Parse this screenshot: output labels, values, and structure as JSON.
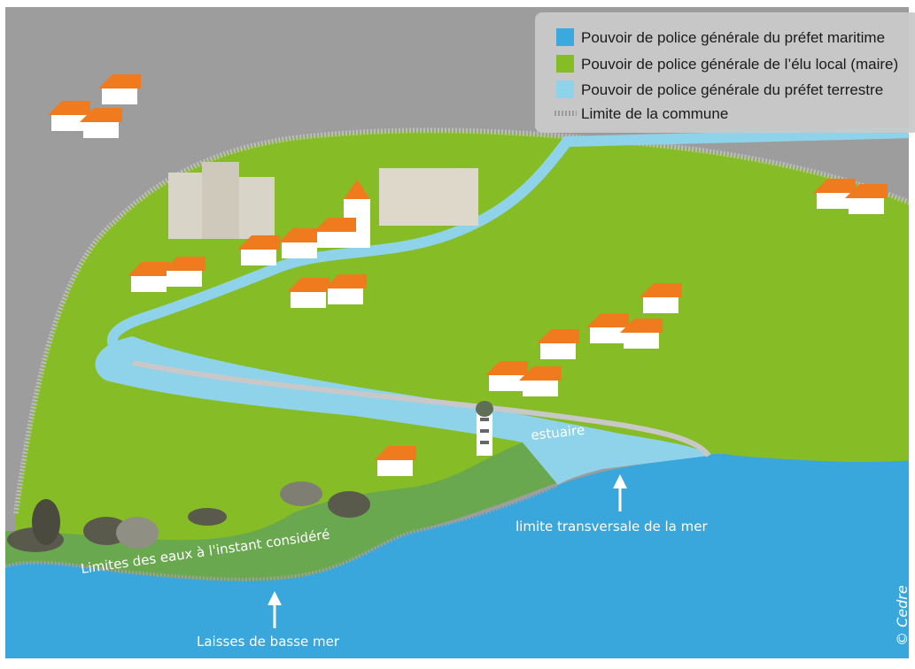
{
  "legend": {
    "items": [
      {
        "label": "Pouvoir de police générale du préfet maritime",
        "swatch": "#3aa9dd"
      },
      {
        "label": "Pouvoir de police générale de l’élu local (maire)",
        "swatch": "#86bc25"
      },
      {
        "label": "Pouvoir de police générale du préfet terrestre",
        "swatch": "#8fd3ea"
      },
      {
        "label": "Limite de la commune",
        "swatch": "dashed-gray"
      }
    ]
  },
  "labels": {
    "estuary": "estuaire",
    "transverse_limit": "limite transversale de la mer",
    "water_limits": "Limites des eaux à l'instant considéré",
    "low_tide": "Laisses de basse mer"
  },
  "credit": "© Cedre",
  "colors": {
    "sea": "#39a6dc",
    "land": "#86bc25",
    "river": "#8fd3ea",
    "intertidal": "#6aa84f",
    "outside": "#9d9d9d",
    "roof": "#f07b1e"
  }
}
